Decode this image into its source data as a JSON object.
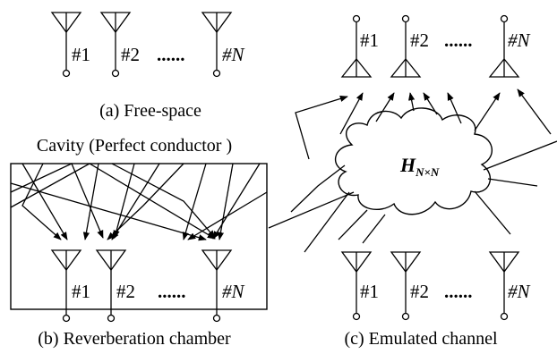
{
  "panel_a": {
    "caption": "(a) Free-space",
    "antenna_labels": [
      "#1",
      "#2",
      "#N"
    ],
    "ellipsis": "......"
  },
  "panel_b": {
    "title": "Cavity (Perfect conductor )",
    "caption": "(b) Reverberation chamber",
    "antenna_labels": [
      "#1",
      "#2",
      "#N"
    ],
    "ellipsis": "......"
  },
  "panel_c": {
    "channel_label": "H",
    "channel_subscript": "N×N",
    "caption": "(c) Emulated channel",
    "top_antenna_labels": [
      "#1",
      "#2",
      "#N"
    ],
    "bottom_antenna_labels": [
      "#1",
      "#2",
      "#N"
    ],
    "ellipsis": "......"
  }
}
